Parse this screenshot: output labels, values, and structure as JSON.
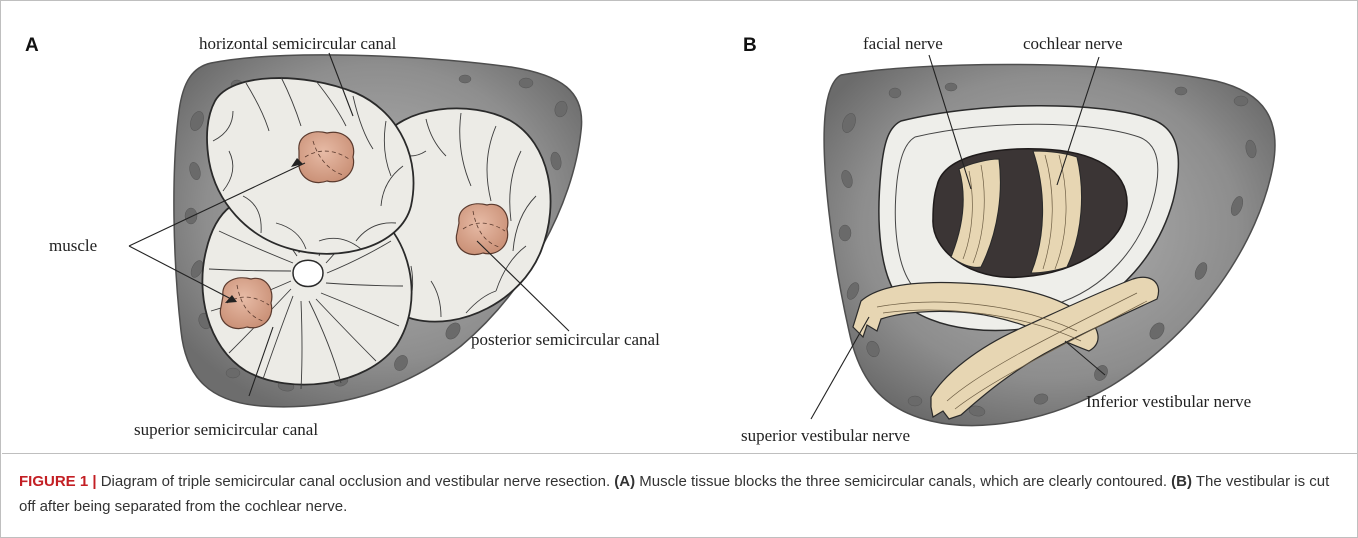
{
  "panel_a": {
    "letter": "A",
    "labels": {
      "horizontal": "horizontal semicircular canal",
      "muscle": "muscle",
      "posterior": "posterior semicircular canal",
      "superior": "superior semicircular canal"
    }
  },
  "panel_b": {
    "letter": "B",
    "labels": {
      "facial": "facial nerve",
      "cochlear": "cochlear nerve",
      "inferior": "Inferior vestibular nerve",
      "superior": "superior vestibular nerve"
    }
  },
  "caption": {
    "figure_label": "FIGURE 1 |",
    "text1": " Diagram of triple semicircular canal occlusion and vestibular nerve resection. ",
    "a_ref": "(A)",
    "text2": " Muscle tissue blocks the three semicircular canals, which are clearly contoured. ",
    "b_ref": "(B)",
    "text3": " The vestibular is cut off after being separated from the cochlear nerve."
  },
  "colors": {
    "bone": "#8f8f8f",
    "bone_dark": "#5d5d5d",
    "canal": "#ecebe6",
    "muscle": "#d9a58d",
    "nerve": "#e7d6b3",
    "nerve_dark": "#3b3535",
    "caption_accent": "#c31f24"
  }
}
